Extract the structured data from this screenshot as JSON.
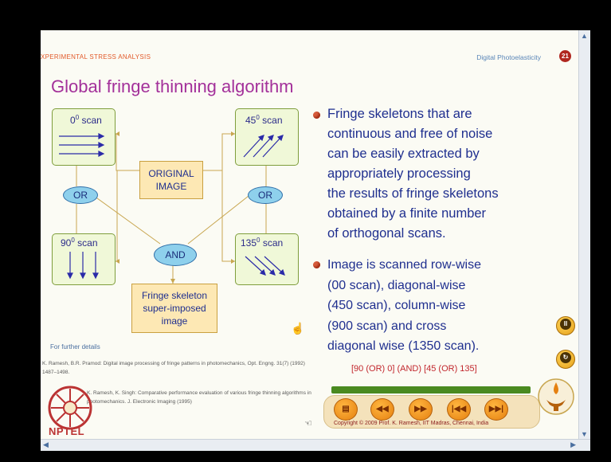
{
  "header": {
    "course": "XPERIMENTAL STRESS ANALYSIS",
    "topic": "Digital Photoelasticity",
    "slide_number": "21"
  },
  "title": "Global fringe thinning algorithm",
  "diagram": {
    "scan0_prefix": "0",
    "scan0_sup": "0",
    "scan0_suffix": " scan",
    "scan45_prefix": "45",
    "scan45_sup": "0",
    "scan45_suffix": " scan",
    "scan90_prefix": "90",
    "scan90_sup": "0",
    "scan90_suffix": " scan",
    "scan135_prefix": "135",
    "scan135_sup": "0",
    "scan135_suffix": "  scan",
    "or_left": "OR",
    "or_right": "OR",
    "and": "AND",
    "original_line1": "ORIGINAL",
    "original_line2": "IMAGE",
    "result_line1": "Fringe skeleton",
    "result_line2": "super-imposed",
    "result_line3": "image"
  },
  "bullets": [
    "Fringe skeletons that are\ncontinuous and free of noise\ncan be easily extracted by\nappropriately processing\nthe results of fringe skeletons\nobtained by a finite number\nof orthogonal scans.",
    "Image is scanned row-wise\n(00 scan), diagonal-wise\n(450 scan), column-wise\n(900  scan) and cross\ndiagonal wise (1350  scan)."
  ],
  "formula": "[90 (OR) 0] (AND) [45 (OR) 135]",
  "references": {
    "further": "For further details",
    "ref1": "K. Ramesh, B.R. Pramod: Digital image processing of fringe patterns in photomechanics, Opt. Engng. 31(7) (1992) 1487–1498.",
    "ref2": "K. Ramesh, K. Singh: Comparative performance evaluation of various fringe thinning algorithms in photomechanics. J. Electronic Imaging (1995)"
  },
  "copyright": "Copyright © 2009 Prof. K. Ramesh, IIT Madras, Chennai, India",
  "branding": "NPTEL",
  "colors": {
    "title": "#a3309a",
    "body_text": "#1f2f8f",
    "formula": "#c2272d",
    "nav_button": "#e58010"
  }
}
